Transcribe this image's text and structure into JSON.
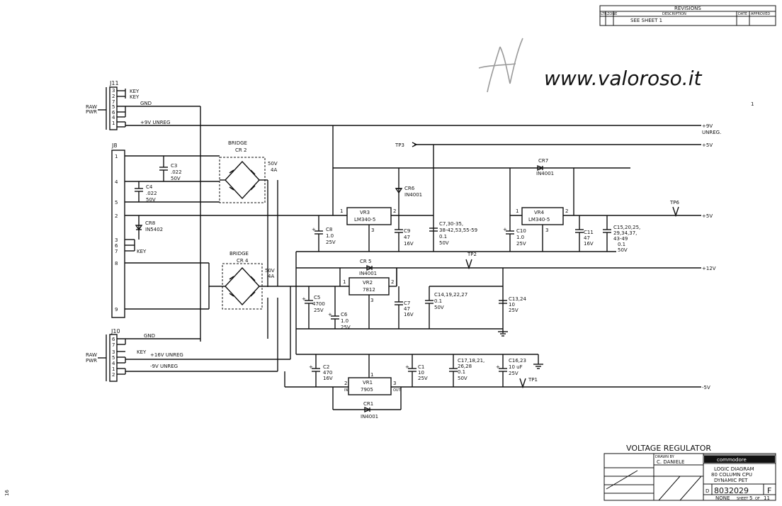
{
  "watermark": {
    "url": "www.valoroso.it"
  },
  "revisions": {
    "title": "REVISIONS",
    "col_ltr": "LTR",
    "col_zone": "ZONE",
    "col_desc": "DESCRIPTION",
    "col_date": "DATE",
    "col_approved": "APPROVED",
    "note": "SEE SHEET 1"
  },
  "sheet_mark": "1",
  "margin_number": "16",
  "connectors": {
    "j11": {
      "name": "J11",
      "side_label_1": "RAW",
      "side_label_2": "PWR",
      "pins": [
        "3",
        "2",
        "7",
        "5",
        "6",
        "4",
        "1"
      ],
      "key1": "KEY",
      "key2": "KEY",
      "gnd": "GND",
      "unreg": "+9V UNREG"
    },
    "j8": {
      "name": "J8",
      "pins": [
        "1",
        "4",
        "5",
        "2",
        "3",
        "6",
        "7",
        "8",
        "9"
      ],
      "key": "KEY"
    },
    "j10": {
      "name": "J10",
      "side_label_1": "RAW",
      "side_label_2": "PWR",
      "pins": [
        "6",
        "7",
        "3",
        "5",
        "4",
        "1",
        "2"
      ],
      "gnd": "GND",
      "key": "KEY",
      "p16": "+16V UNREG",
      "m9": "-9V UNREG"
    }
  },
  "bridges": {
    "cr2": {
      "title": "BRIDGE",
      "ref": "CR 2",
      "rating1": "50V",
      "rating2": "4A"
    },
    "cr4": {
      "title": "BRIDGE",
      "ref": "CR 4",
      "rating1": "50V",
      "rating2": "4A"
    }
  },
  "regulators": {
    "vr3": {
      "ref": "VR3",
      "part": "LM340-5",
      "pin_in": "1",
      "pin_out": "2",
      "pin_gnd": "3"
    },
    "vr4": {
      "ref": "VR4",
      "part": "LM340-5",
      "pin_in": "1",
      "pin_out": "2",
      "pin_gnd": "3"
    },
    "vr2": {
      "ref": "VR2",
      "part": "7812",
      "pin_in": "1",
      "pin_out": "2",
      "pin_gnd": "3"
    },
    "vr1": {
      "ref": "VR1",
      "part": "7905",
      "pin_in": "2",
      "pin_out": "3",
      "pin_gnd": "1",
      "in_label": "IN",
      "out_label": "OUT"
    }
  },
  "components": {
    "c3": [
      "C3",
      ".022",
      "50V"
    ],
    "c4": [
      "C4",
      ".022",
      "50V"
    ],
    "cr8": [
      "CR8",
      "IN5402"
    ],
    "c8": [
      "C8",
      "1.0",
      "25V"
    ],
    "cr6": [
      "CR6",
      "IN4001"
    ],
    "c9": [
      "C9",
      "47",
      "16V"
    ],
    "cbank5": [
      "C7,30-35,",
      "38-42,53,55-59",
      "0.1",
      "50V"
    ],
    "cr7": [
      "CR7",
      "IN4001"
    ],
    "c10": [
      "C10",
      "1.0",
      "25V"
    ],
    "c11": [
      "C11",
      "47",
      "16V"
    ],
    "cbank5b": [
      "C15,20,25,",
      "29,34,37,",
      "43-49",
      "0.1",
      "50V"
    ],
    "cr5": [
      "CR 5",
      "IN4001"
    ],
    "c5": [
      "C5",
      "4700",
      "25V"
    ],
    "c6": [
      "C6",
      "1.0",
      "25V"
    ],
    "c7": [
      "C7",
      "47",
      "16V"
    ],
    "cbank12": [
      "C14,19,22,27",
      "0.1",
      "50V"
    ],
    "c1324": [
      "C13,24",
      "10",
      "25V"
    ],
    "c2": [
      "C2",
      "470",
      "16V"
    ],
    "c1": [
      "C1",
      "10",
      "25V"
    ],
    "cbankm5": [
      "C17,18,21,",
      "26,28",
      "0.1",
      "50V"
    ],
    "c1623": [
      "C16,23",
      "10 uF",
      "25V"
    ],
    "cr1": [
      "CR1",
      "IN4001"
    ]
  },
  "rails": {
    "p9": "+9V",
    "p9b": "UNREG.",
    "p5a": "+5V",
    "p5b": "+5V",
    "p12": "+12V",
    "m5": "-5V"
  },
  "testpoints": {
    "tp1": "TP1",
    "tp2": "TP2",
    "tp3": "TP3",
    "tp6": "TP6"
  },
  "title_block": {
    "title": "VOLTAGE REGULATOR",
    "company": "commodore",
    "drawn_label": "DRAWN BY",
    "drawn_by": "C. DANIELE",
    "dwg_title_1": "LOGIC DIAGRAM",
    "dwg_title_2": "80 COLUMN CPU",
    "dwg_title_3": "DYNAMIC PET",
    "size": "D",
    "dwg_no": "8032029",
    "rev": "F",
    "scale": "NONE",
    "sheet_label": "SHEET",
    "sheet": "5",
    "of_label": "OF",
    "sheets": "11"
  }
}
